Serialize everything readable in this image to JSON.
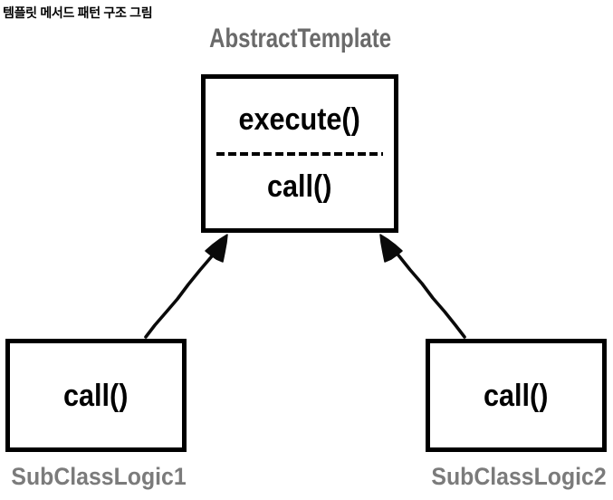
{
  "page": {
    "title": "템플릿 메서드 패턴 구조 그림"
  },
  "colors": {
    "background": "#ffffff",
    "box_border": "#000000",
    "abstract_class_name": "#6a6a6a",
    "subclass_name": "#7b7b7b",
    "method_text": "#000000"
  },
  "abstract_class": {
    "name": "AbstractTemplate",
    "template_method": "execute()",
    "hook_method": "call()"
  },
  "subclasses": [
    {
      "name": "SubClassLogic1",
      "method": "call()"
    },
    {
      "name": "SubClassLogic2",
      "method": "call()"
    }
  ],
  "relations": [
    {
      "type": "inheritance",
      "from": "SubClassLogic1",
      "to": "AbstractTemplate"
    },
    {
      "type": "inheritance",
      "from": "SubClassLogic2",
      "to": "AbstractTemplate"
    }
  ]
}
